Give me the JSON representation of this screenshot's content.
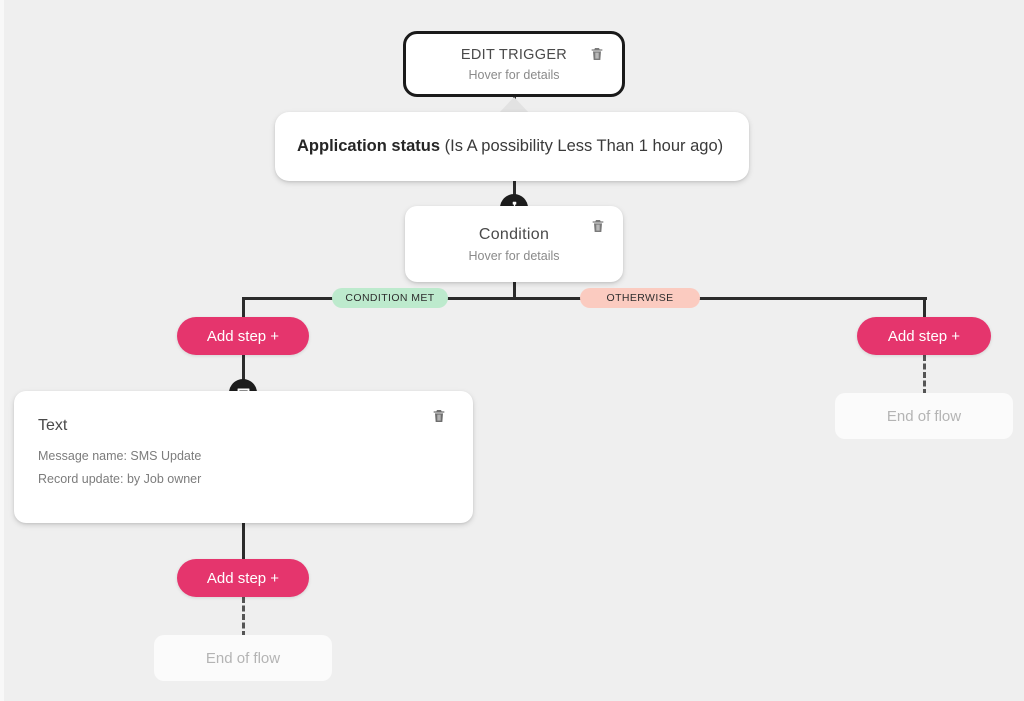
{
  "canvas": {
    "background_color": "#efefef",
    "accent_color": "#e5356d",
    "line_color": "#2b2b2b"
  },
  "trigger": {
    "title": "EDIT TRIGGER",
    "subtitle": "Hover for details",
    "delete_icon": "trash-icon"
  },
  "detail_bubble": {
    "bold_text": "Application status ",
    "rest_text": "(Is A possibility Less Than 1 hour ago)"
  },
  "condition": {
    "title": "Condition",
    "subtitle": "Hover for details",
    "badge_icon": "hierarchy-icon",
    "delete_icon": "trash-icon"
  },
  "branches": {
    "left_label": "CONDITION MET",
    "left_color": "#bdeacd",
    "right_label": "OTHERWISE",
    "right_color": "#fbcbc0"
  },
  "buttons": {
    "add_step_left": "Add step +",
    "add_step_right": "Add step +",
    "add_step_bottom": "Add step +"
  },
  "text_action": {
    "heading": "Text",
    "badge_icon": "chat-bubble-icon",
    "delete_icon": "trash-icon",
    "lines": [
      "Message name: SMS Update",
      "Record update: by Job owner"
    ]
  },
  "end_of_flow": {
    "right_label": "End of flow",
    "bottom_label": "End of flow"
  }
}
